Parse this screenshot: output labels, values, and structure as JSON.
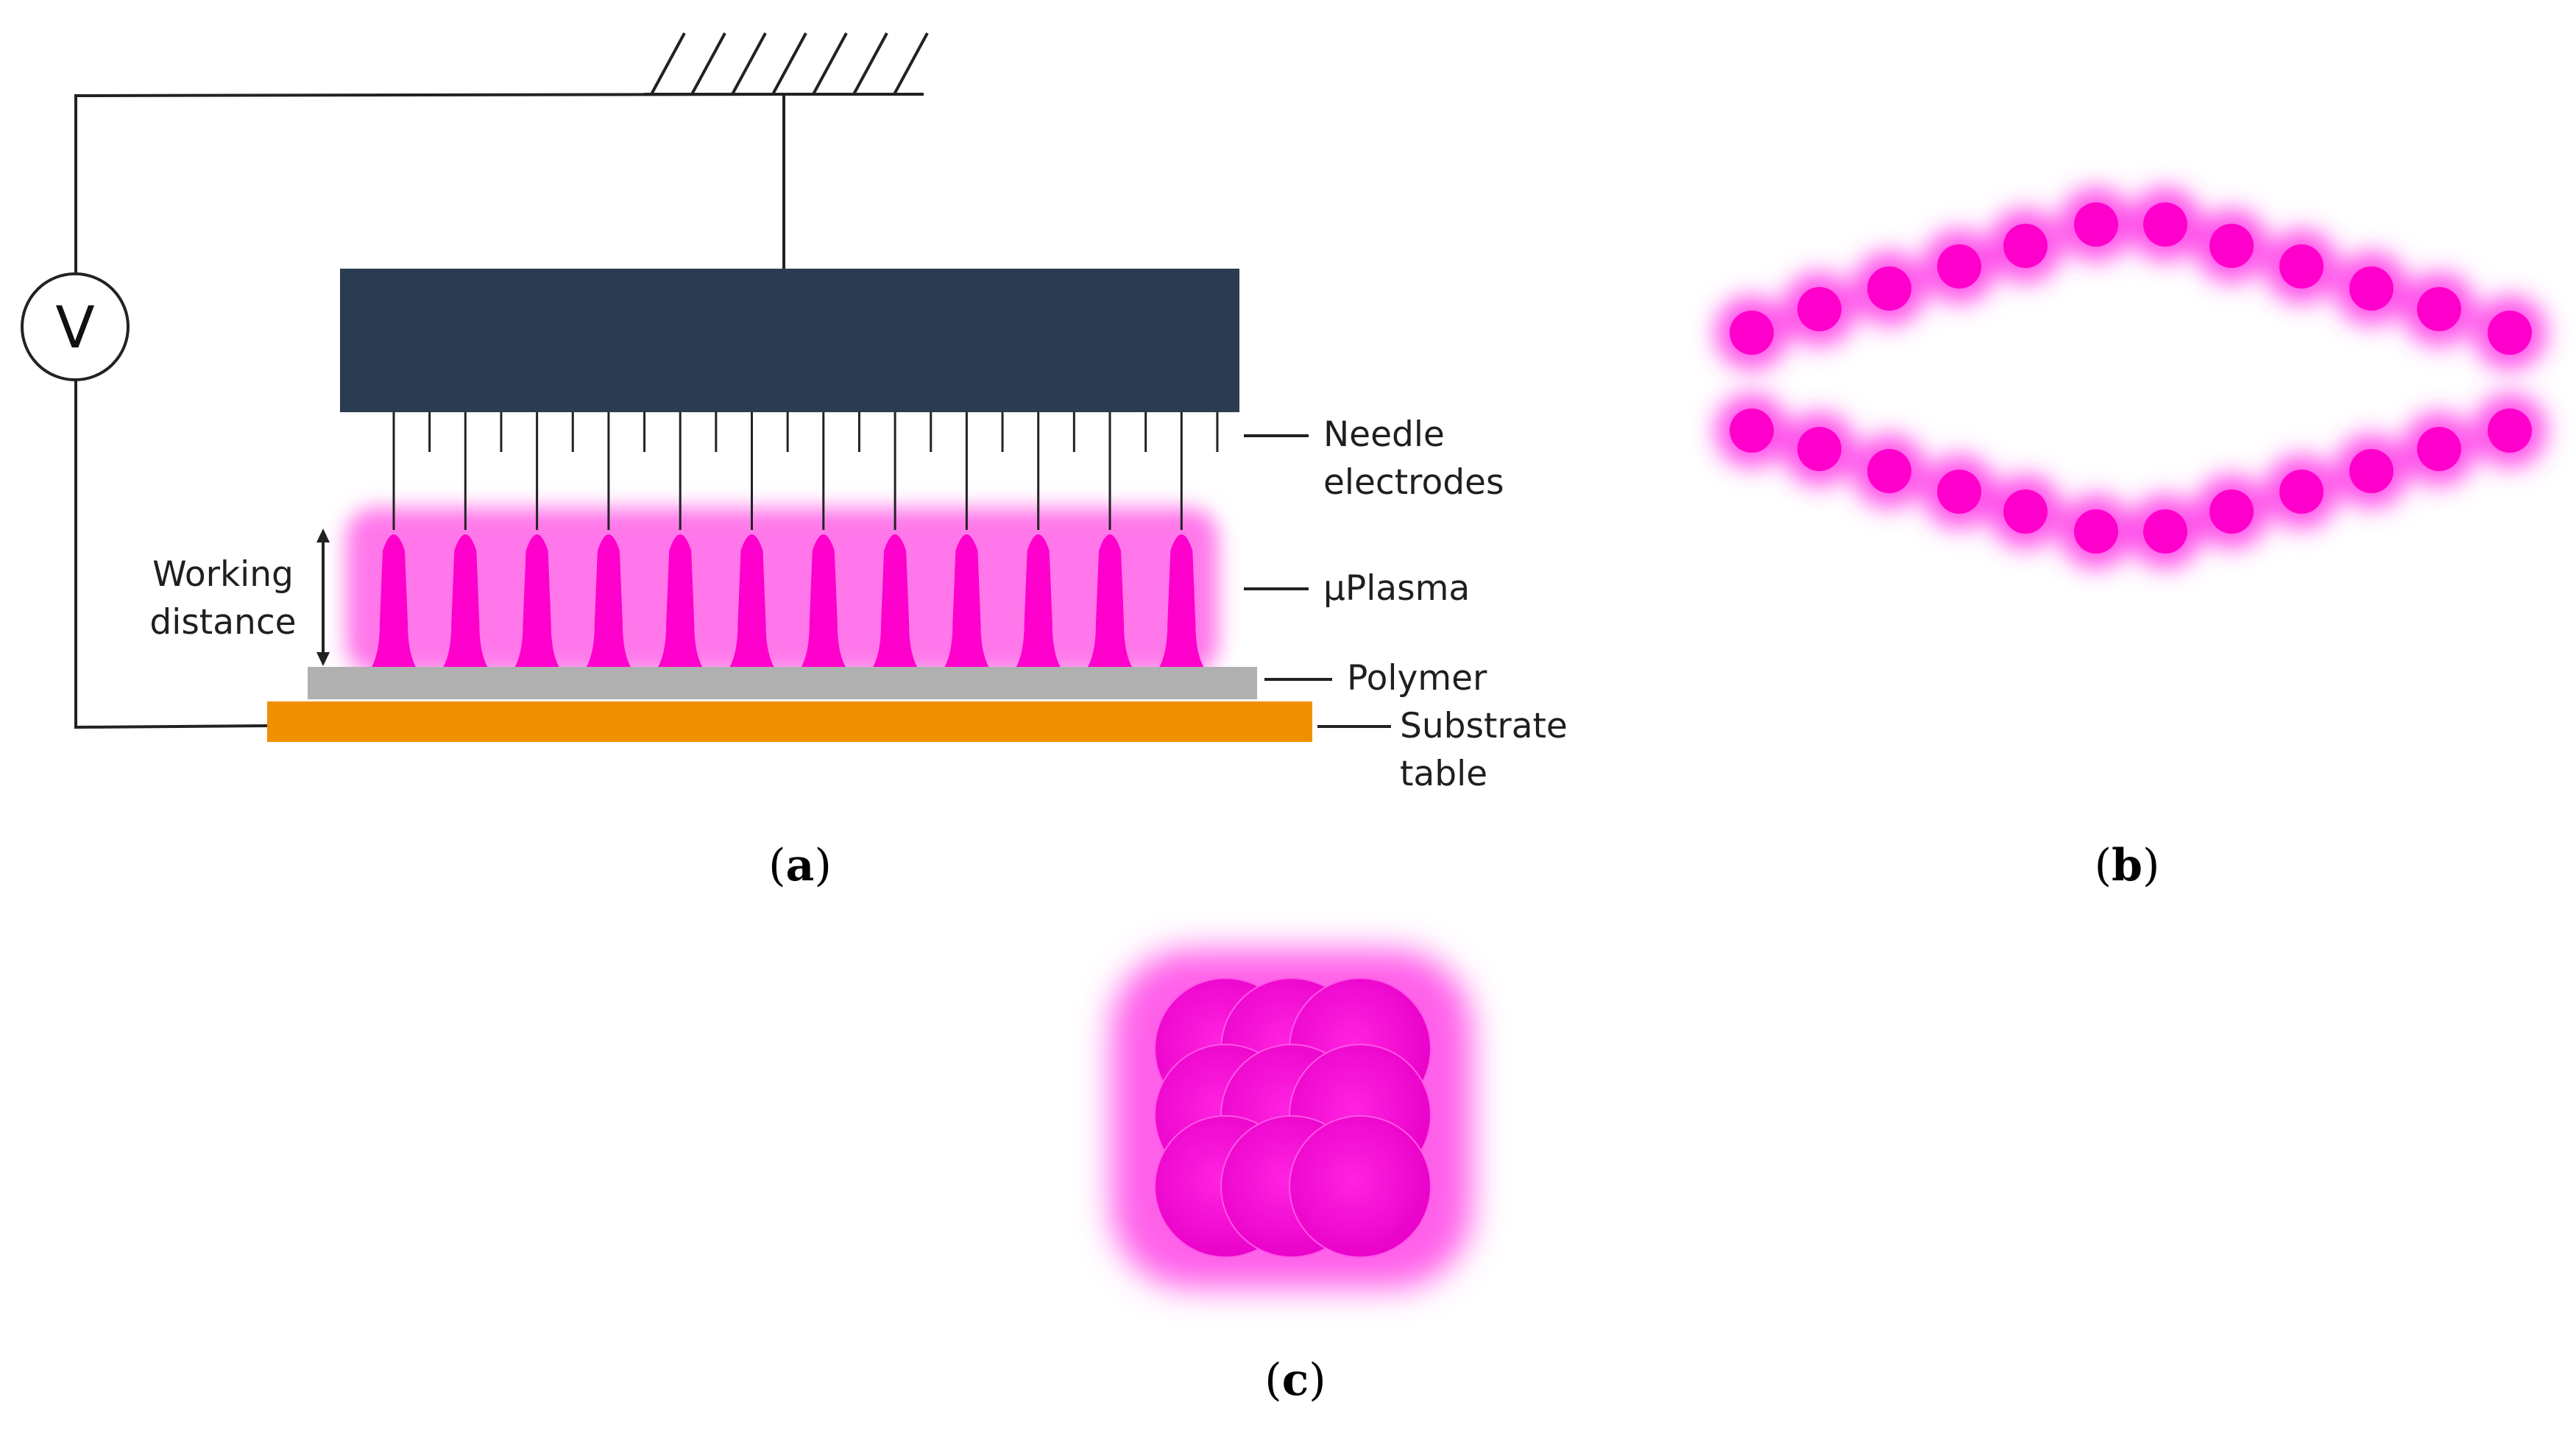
{
  "panel_a": {
    "voltmeter_symbol": "V",
    "labels": {
      "needle_line1": "Needle",
      "needle_line2": "electrodes",
      "plasma": "µPlasma",
      "polymer": "Polymer",
      "substrate_line1": "Substrate",
      "substrate_line2": "table",
      "working_line1": "Working",
      "working_line2": "distance"
    },
    "caption": {
      "open": "(",
      "letter": "a",
      "close": ")"
    },
    "colors": {
      "electrode_block": "#2b3c50",
      "plasma": "#ff00cc",
      "polymer": "#b0b0b0",
      "substrate": "#f09000",
      "wire": "#222222"
    }
  },
  "panel_b": {
    "caption": {
      "open": "(",
      "letter": "b",
      "close": ")"
    },
    "description": "",
    "dot_count": 24
  },
  "panel_c": {
    "caption": {
      "open": "(",
      "letter": "c",
      "close": ")"
    },
    "dot_count": 9
  }
}
